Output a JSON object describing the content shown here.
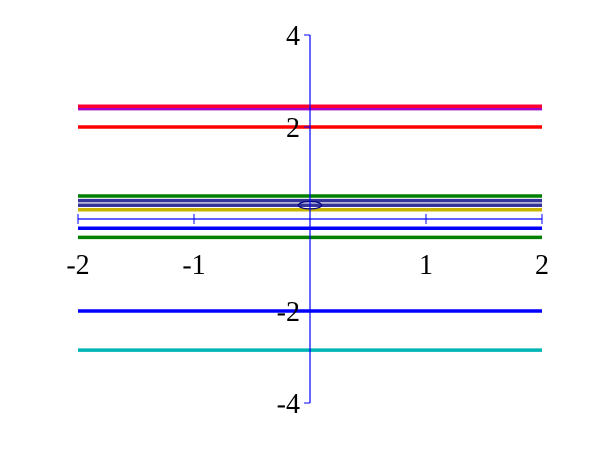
{
  "chart_data": {
    "type": "line",
    "title": "",
    "xlabel": "",
    "ylabel": "",
    "xlim": [
      -2,
      2
    ],
    "ylim": [
      -4,
      4
    ],
    "x_ticks": [
      {
        "value": -2,
        "label": "-2"
      },
      {
        "value": -1,
        "label": "-1"
      },
      {
        "value": 1,
        "label": "1"
      },
      {
        "value": 2,
        "label": "2"
      }
    ],
    "y_ticks": [
      {
        "value": 4,
        "label": "4"
      },
      {
        "value": 2,
        "label": "2"
      },
      {
        "value": -2,
        "label": "-2"
      },
      {
        "value": -4,
        "label": "-4"
      }
    ],
    "axis_color": "#0000ff",
    "grid": false,
    "series": [
      {
        "x": [
          -2,
          2
        ],
        "y": [
          2.4,
          2.4
        ],
        "color": "#a000c8"
      },
      {
        "x": [
          -2,
          2
        ],
        "y": [
          2.45,
          2.45
        ],
        "color": "#ff0033"
      },
      {
        "x": [
          -2,
          2
        ],
        "y": [
          2.0,
          2.0
        ],
        "color": "#ff0000"
      },
      {
        "x": [
          -2,
          2
        ],
        "y": [
          0.5,
          0.5
        ],
        "color": "#008000"
      },
      {
        "x": [
          -2,
          2
        ],
        "y": [
          0.4,
          0.4
        ],
        "color": "#333399"
      },
      {
        "x": [
          -2,
          2
        ],
        "y": [
          0.3,
          0.3
        ],
        "color": "#333399"
      },
      {
        "x": [
          -2,
          2
        ],
        "y": [
          0.2,
          0.2
        ],
        "color": "#c8b400"
      },
      {
        "x": [
          -2,
          2
        ],
        "y": [
          -0.2,
          -0.2
        ],
        "color": "#0000ff"
      },
      {
        "x": [
          -2,
          2
        ],
        "y": [
          -0.4,
          -0.4
        ],
        "color": "#008000"
      },
      {
        "x": [
          -2,
          2
        ],
        "y": [
          -2.0,
          -2.0
        ],
        "color": "#0000ff"
      },
      {
        "x": [
          -2,
          2
        ],
        "y": [
          -2.85,
          -2.85
        ],
        "color": "#00b4b4"
      }
    ],
    "ellipse": {
      "cx": 0,
      "cy": 0.3,
      "rx": 0.1,
      "ry": 0.08,
      "color": "#000080"
    }
  }
}
